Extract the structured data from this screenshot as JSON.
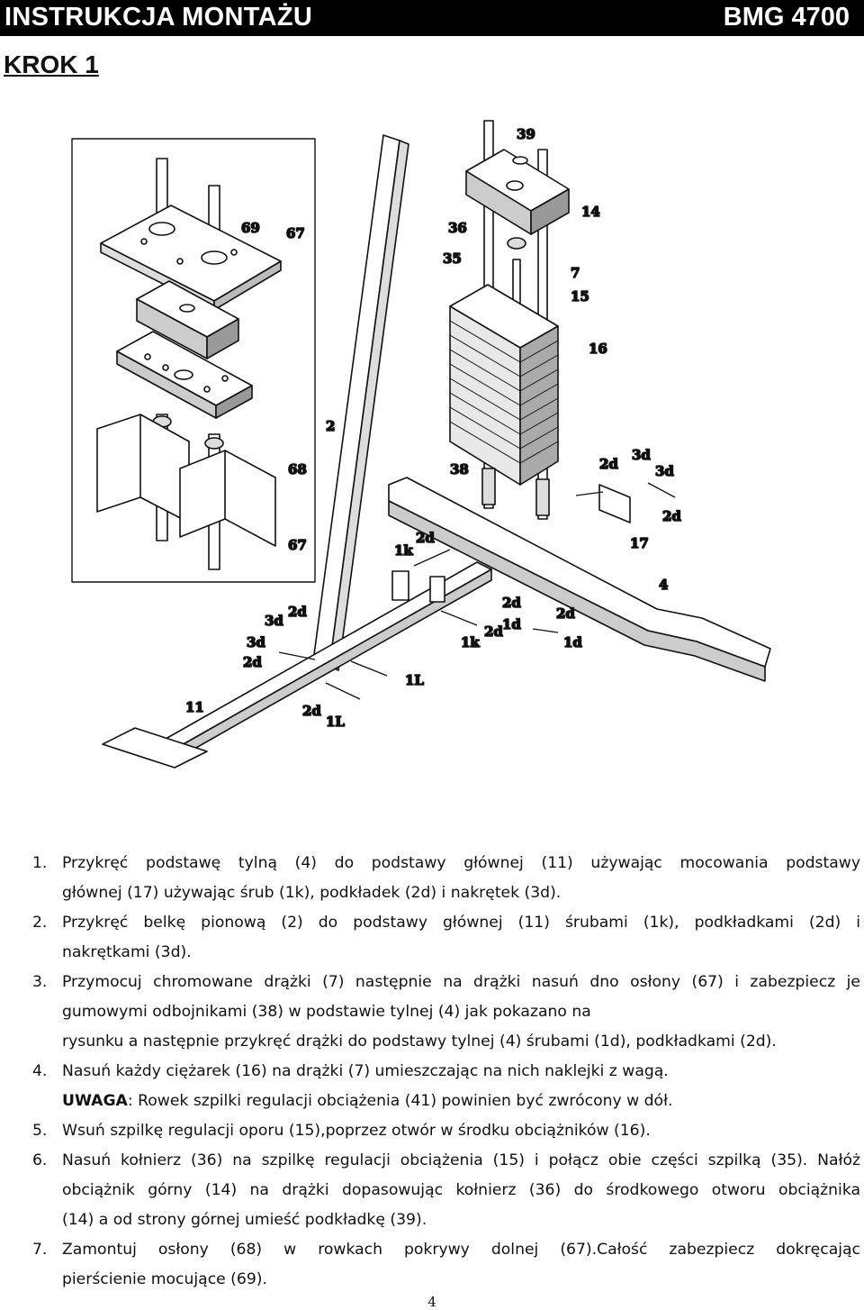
{
  "header": {
    "title": "INSTRUKCJA MONTAŻU",
    "model": "BMG 4700"
  },
  "step_title": "KROK 1",
  "labels": [
    "39",
    "14",
    "36",
    "35",
    "7",
    "15",
    "16",
    "69",
    "67",
    "68",
    "67",
    "2",
    "38",
    "2d",
    "3d",
    "3d",
    "2d",
    "17",
    "4",
    "2d",
    "1k",
    "2d",
    "1d",
    "2d",
    "1d",
    "1k",
    "2d",
    "3d",
    "3d",
    "2d",
    "2d",
    "1L",
    "2d",
    "1L",
    "11"
  ],
  "steps": [
    {
      "num": "1.",
      "lines": [
        "Przykręć podstawę tylną (4) do podstawy głównej (11) używając mocowania podstawy",
        "głównej (17) używając śrub (1k), podkładek (2d) i nakrętek (3d)."
      ]
    },
    {
      "num": "2.",
      "lines": [
        "Przykręć belkę pionową (2) do podstawy głównej (11) śrubami (1k), podkładkami (2d) i",
        "nakrętkami (3d)."
      ]
    },
    {
      "num": "3.",
      "lines": [
        "Przymocuj chromowane drążki (7) następnie na drążki nasuń dno osłony (67) i zabezpiecz je",
        "gumowymi odbojnikami (38) w podstawie tylnej (4) jak pokazano na",
        "rysunku a następnie przykręć drążki do podstawy tylnej (4) śrubami (1d), podkładkami (2d)."
      ]
    },
    {
      "num": "4.",
      "lines": [
        "Nasuń każdy ciężarek (16) na drążki (7) umieszczając na nich naklejki z wagą."
      ],
      "warn_label": "UWAGA",
      "warn_text": ": Rowek szpilki regulacji obciążenia (41) powinien być zwrócony w dół."
    },
    {
      "num": "5.",
      "lines": [
        "Wsuń szpilkę regulacji oporu (15),poprzez otwór w środku obciążników (16)."
      ]
    },
    {
      "num": "6.",
      "lines": [
        "Nasuń kołnierz (36) na szpilkę regulacji obciążenia (15) i połącz obie części szpilką (35). Nałóż",
        "obciążnik górny (14) na drążki dopasowując kołnierz (36) do środkowego otworu obciążnika",
        "(14) a od strony górnej umieść podkładkę (39)."
      ]
    },
    {
      "num": "7.",
      "lines": [
        "Zamontuj osłony (68) w rowkach pokrywy dolnej (67).Całość zabezpiecz dokręcając",
        "pierścienie mocujące (69)."
      ]
    }
  ],
  "page_number": "4"
}
